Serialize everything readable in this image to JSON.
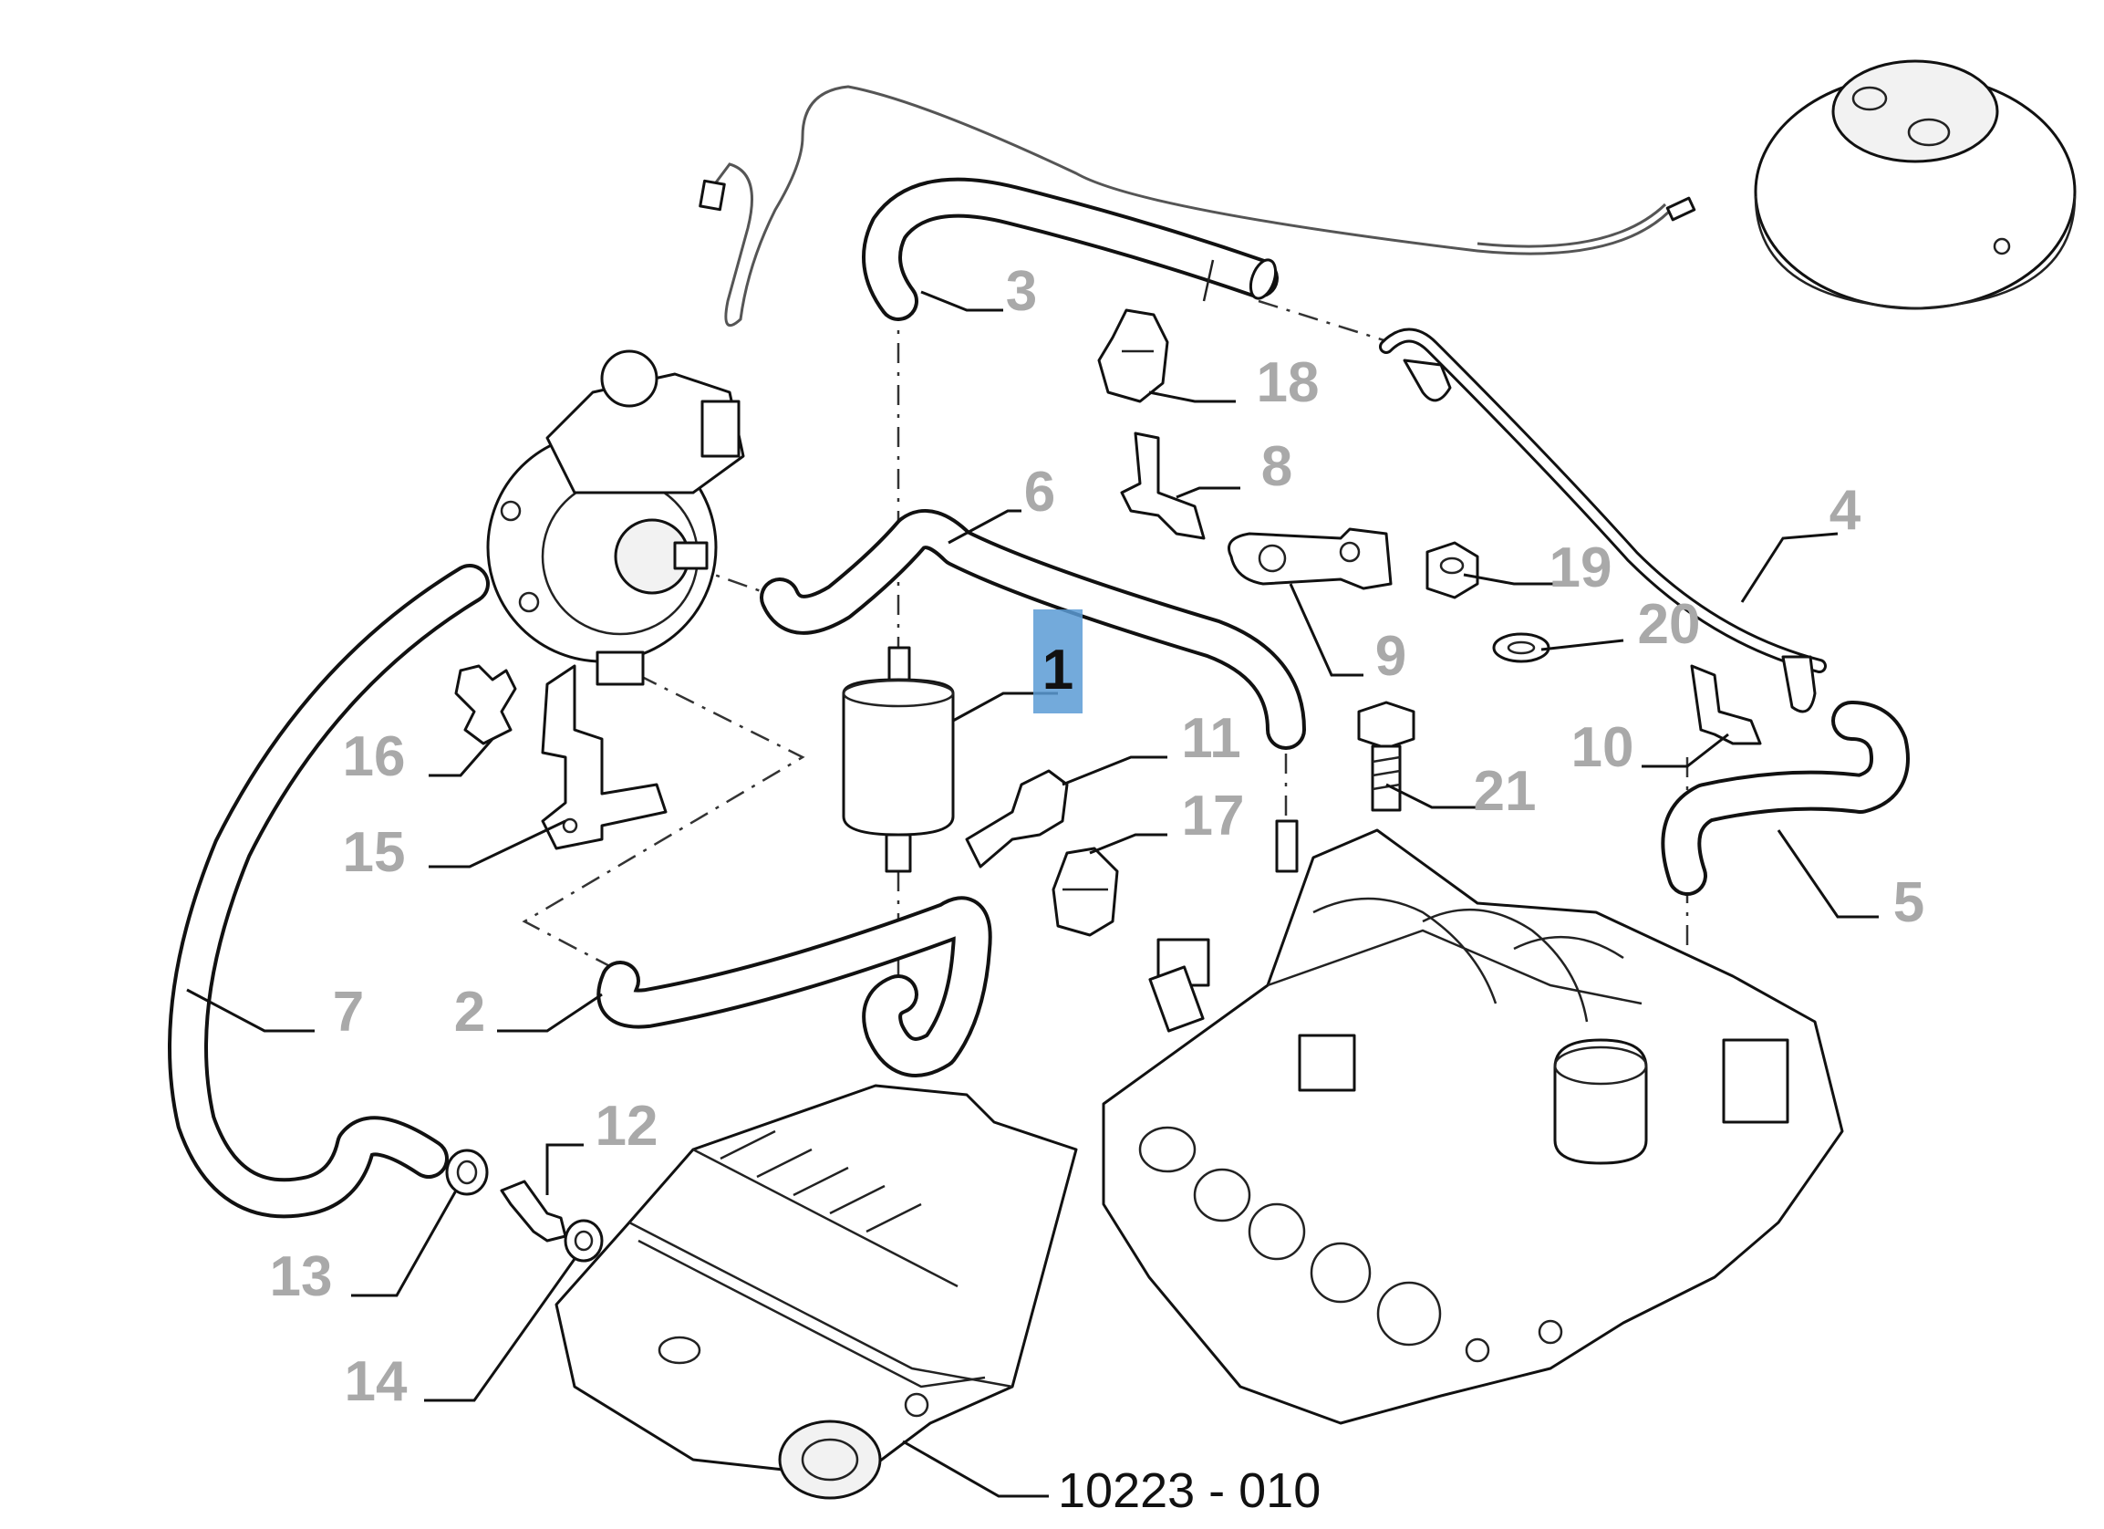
{
  "diagram": {
    "reference_code": "10223 - 010",
    "highlighted_callout": "1",
    "highlight_color": "#5b9bd5",
    "callout_color": "#a9a9a9",
    "callouts": {
      "c1": "1",
      "c2": "2",
      "c3": "3",
      "c4": "4",
      "c5": "5",
      "c6": "6",
      "c7": "7",
      "c8": "8",
      "c9": "9",
      "c10": "10",
      "c11": "11",
      "c12": "12",
      "c13": "13",
      "c14": "14",
      "c15": "15",
      "c16": "16",
      "c17": "17",
      "c18": "18",
      "c19": "19",
      "c20": "20",
      "c21": "21"
    }
  }
}
